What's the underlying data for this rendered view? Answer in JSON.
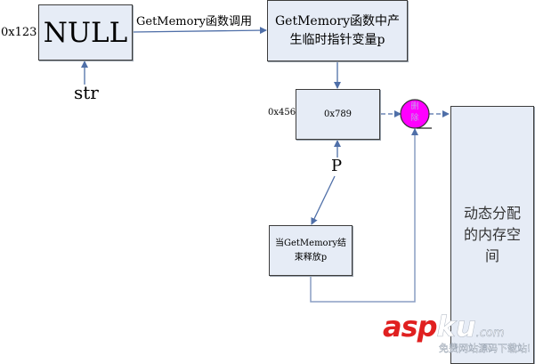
{
  "diagram": {
    "nodes": {
      "null_box": {
        "text": "NULL",
        "address": "0x123"
      },
      "str_label": "str",
      "call_label": "GetMemory函数调用",
      "temp_box": {
        "text": "GetMemory函数中产生临时指针变量p"
      },
      "p_box": {
        "text": "0x789",
        "address": "0x456"
      },
      "p_label": "P",
      "release_box": {
        "text": "当GetMemory结束释放p"
      },
      "delete_circle": {
        "text": "删除"
      },
      "heap_box": {
        "text": "动态分配的内存空间"
      }
    },
    "colors": {
      "box_fill": "#e6ecf6",
      "arrow": "#4f6fa8",
      "delete_circle": "#ff00ff"
    },
    "edges": [
      {
        "from": "str_label",
        "to": "null_box"
      },
      {
        "from": "null_box",
        "to": "temp_box",
        "label": "GetMemory函数调用"
      },
      {
        "from": "temp_box",
        "to": "p_box"
      },
      {
        "from": "p_label",
        "to": "p_box"
      },
      {
        "from": "p_label",
        "to": "release_box"
      },
      {
        "from": "p_box",
        "to": "delete_circle",
        "style": "dashed"
      },
      {
        "from": "release_box",
        "to": "delete_circle"
      },
      {
        "from": "delete_circle",
        "to": "heap_box",
        "style": "dashed"
      }
    ]
  },
  "watermark": {
    "brand_a": "asp",
    "brand_b": "ku",
    "suffix": ".com",
    "tagline": "免费网站源码下载站!"
  }
}
